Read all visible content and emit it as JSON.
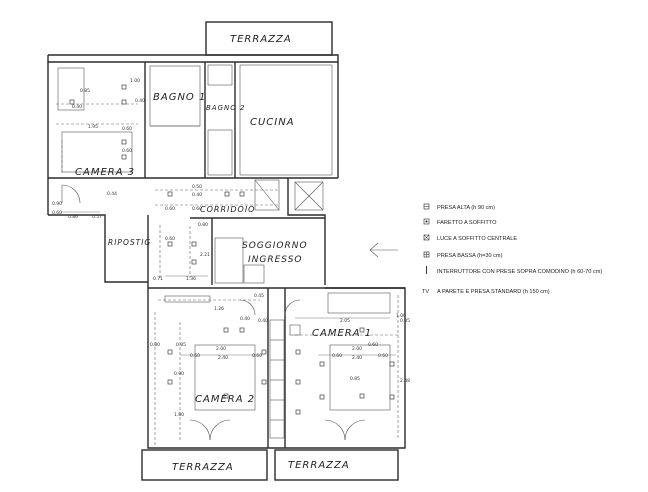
{
  "rooms": {
    "terrazza_top": "TERRAZZA",
    "bagno1": "BAGNO 1",
    "bagno2": "BAGNO 2",
    "cucina": "CUCINA",
    "camera3": "CAMERA 3",
    "corridoio": "CORRIDOIO",
    "ripostiglio": "RIPOSTIG",
    "soggiorno": "SOGGIORNO",
    "ingresso": "INGRESSO",
    "camera1": "CAMERA 1",
    "camera2": "CAMERA 2",
    "terrazza_bl": "TERRAZZA",
    "terrazza_br": "TERRAZZA"
  },
  "dimensions": {
    "c3_a": "0.85",
    "c3_b": "1.00",
    "c3_c": "0.40",
    "c3_d": "0.40",
    "c3_e": "1.95",
    "c3_f": "0.60",
    "c3_g": "0.60",
    "c3_h": "0.60",
    "c3_i": "0.44",
    "c3_j": "0.86",
    "c3_k": "0.57",
    "c3_l": "0.90",
    "co_a": "0.50",
    "co_b": "0.40",
    "co_c": "0.60",
    "co_d": "0.60",
    "co_e": "0.80",
    "co_f": "0.60",
    "co_g": "2.21",
    "co_h": "0.71",
    "co_i": "1.36",
    "c2_a": "0.45",
    "c2_b": "1.26",
    "c2_c": "0.40",
    "c2_d": "0.85",
    "c2_e": "2.00",
    "c2_f": "0.60",
    "c2_g": "2.40",
    "c2_h": "0.60",
    "c2_i": "0.90",
    "c2_j": "1.80",
    "c2_k": "0.80",
    "c2_l": "0.40",
    "c1_a": "2.05",
    "c1_b": "1.00",
    "c1_c": "0.60",
    "c1_d": "0.85",
    "c1_e": "2.00",
    "c1_f": "0.60",
    "c1_g": "2.40",
    "c1_h": "0.60",
    "c1_i": "0.85",
    "c1_j": "2.48"
  },
  "legend": [
    {
      "icon": "presa-alta-icon",
      "label": "PRESA ALTA (h 90 cm)"
    },
    {
      "icon": "faretto-icon",
      "label": "FARETTO A SOFFITTO"
    },
    {
      "icon": "luce-soffitto-icon",
      "label": "LUCE A SOFFITTO CENTRALE"
    },
    {
      "icon": "presa-bassa-icon",
      "label": "PRESA BASSA (h=30 cm)"
    },
    {
      "icon": "interruttore-icon",
      "label": "INTERRUTTORE CON PRESE SOPRA COMODINO (h 60-70 cm)"
    },
    {
      "icon": "tv-icon",
      "label": "A PARETE E PRESA STANDARD (h 150 cm)"
    }
  ],
  "tv_symbol": "TV"
}
